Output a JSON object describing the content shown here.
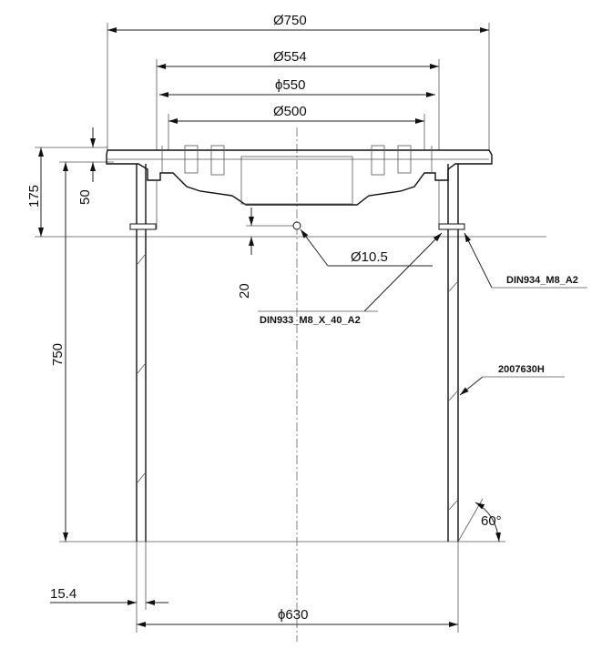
{
  "drawing": {
    "dimensions": {
      "d750": "Ø750",
      "d554": "Ø554",
      "d550": "ϕ550",
      "d500": "Ø500",
      "d10_5": "Ø10.5",
      "h175": "175",
      "h50": "50",
      "h20": "20",
      "h750": "750",
      "w15_4": "15.4",
      "d630": "ϕ630",
      "angle60": "60°"
    },
    "callouts": {
      "screw": "DIN933_M8_X_40_A2",
      "nut": "DIN934_M8_A2",
      "part": "2007630H"
    }
  }
}
